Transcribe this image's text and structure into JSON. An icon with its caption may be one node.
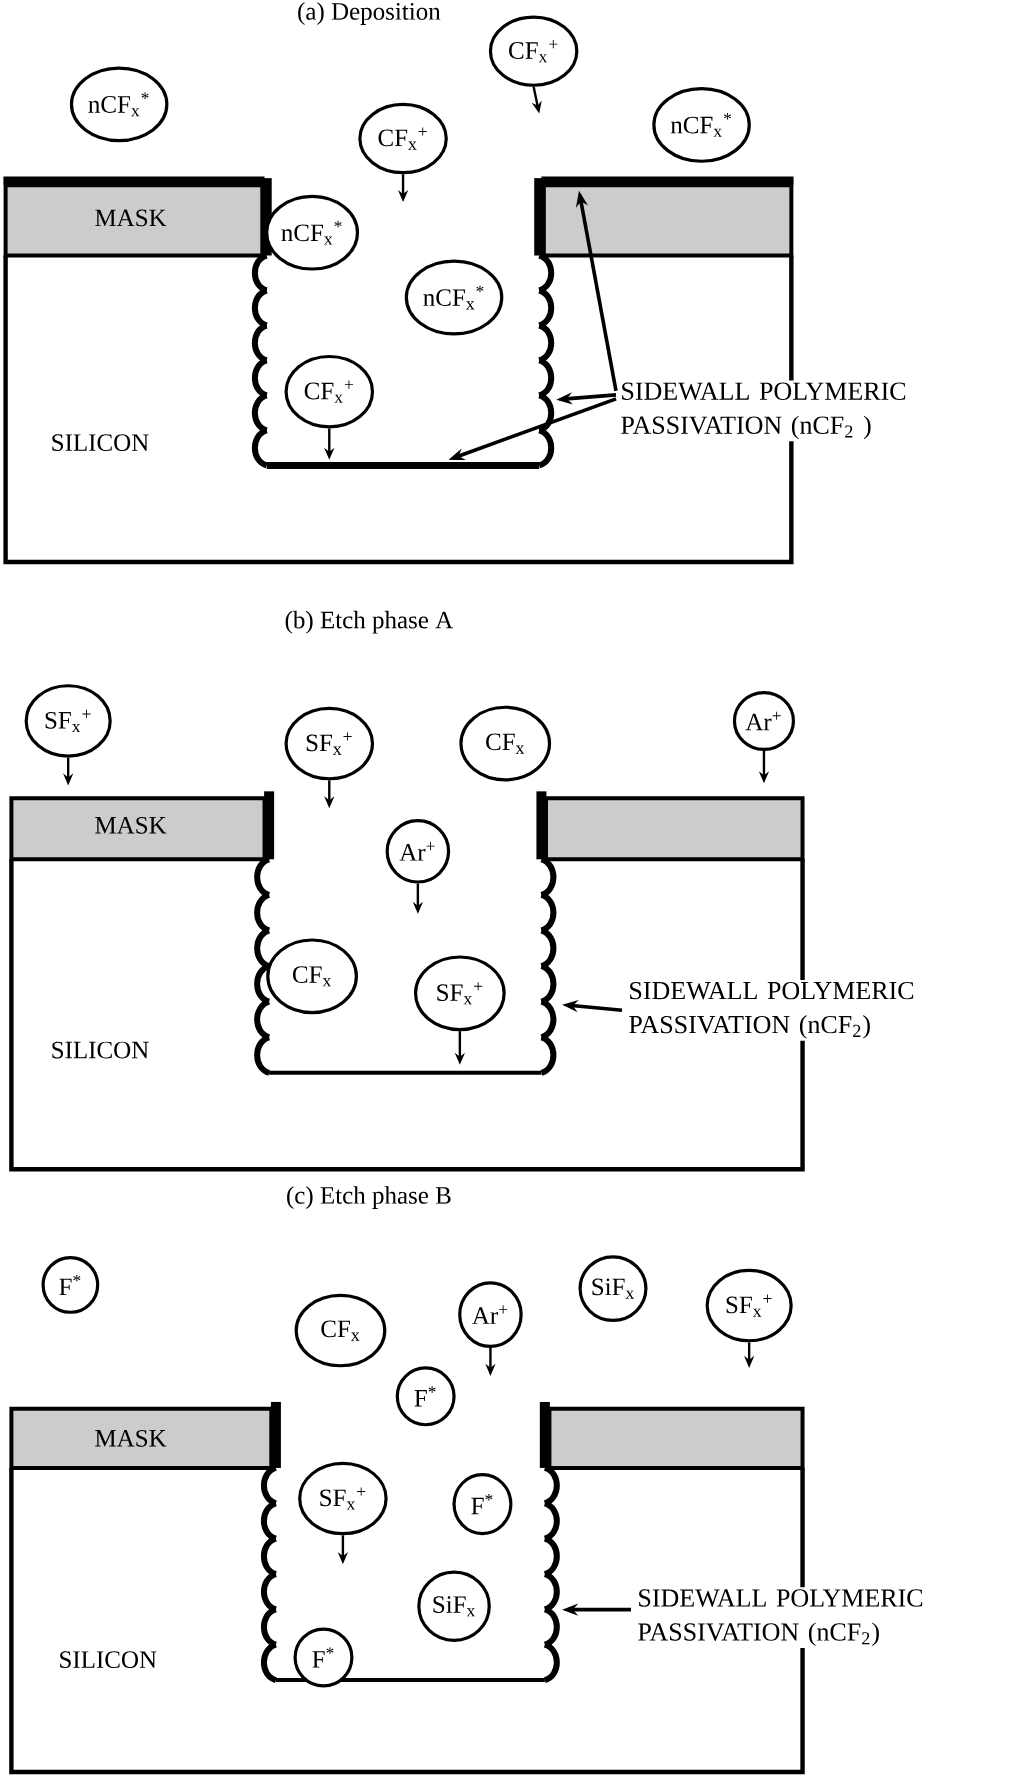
{
  "diagram": {
    "nodes": [
      {
        "text": [
          "CF$_{x}$$^{+}$"
        ]
      },
      {
        "text": [
          "nCF$_{x}$$^{*}$"
        ]
      },
      {
        "text": [
          "nCF$_{x}$$^{*}$"
        ]
      },
      {
        "text": [
          "CF$_{x}$$^{+}$"
        ]
      },
      {
        "text": [
          "nCF$_{x}$$^{*}$"
        ],
        "in": 27
      },
      {
        "text": [
          "nCF$_{x}$$^{*}$"
        ],
        "in": 27
      },
      {
        "text": [
          "CF$_{x}$$^{+}$"
        ],
        "in": 27
      },
      {
        "text": [
          "SIDEWALL POLYMERIC PASSIVATION (nCF$_{2}$ )"
        ]
      },
      {
        "text": [
          "SF$_{x}$$^{+}$"
        ]
      },
      {
        "text": [
          "Ar$^{+}$"
        ]
      },
      {
        "text": [
          "SF$_{x}$$^{+}$"
        ]
      },
      {
        "text": [
          "CF$_{x}$"
        ]
      },
      {
        "text": [
          "Ar$^{+}$"
        ],
        "in": 28
      },
      {
        "text": [
          "CF$_{x}$"
        ],
        "in": 28
      },
      {
        "text": [
          "SF$_{x}$$^{+}$"
        ],
        "in": 28
      },
      {
        "text": [
          "SIDEWALL POLYMERIC PASSIVATION (nCF$_{2}$)"
        ]
      },
      {
        "text": [
          "F$^{*}$"
        ]
      },
      {
        "text": [
          "SiF$_{x}$"
        ]
      },
      {
        "text": [
          "SF$_{x}$$^{+}$"
        ]
      },
      {
        "text": [
          "Ar$^{+}$"
        ]
      },
      {
        "text": [
          "CF$_{x}$"
        ]
      },
      {
        "text": [
          "F$^{*}$"
        ]
      },
      {
        "text": [
          "SF$_{x}$$^{+}$"
        ],
        "in": 29
      },
      {
        "text": [
          "F$^{*}$"
        ],
        "in": 29
      },
      {
        "text": [
          "SiF$_{x}$"
        ],
        "in": 29
      },
      {
        "text": [
          "F$^{*}$"
        ],
        "in": 29
      },
      {
        "text": [
          "SIDEWALL POLYMERIC PASSIVATION (nCF$_{2}$)"
        ]
      },
      {
        "text": [],
        "shape": "trench"
      },
      {
        "text": [],
        "shape": "trench"
      },
      {
        "text": [],
        "shape": "trench"
      }
    ],
    "edges": [
      {
        "from": 7,
        "to": 27,
        "arrow": "to"
      },
      {
        "from": 7,
        "to": 27,
        "arrow": "to"
      },
      {
        "from": 7,
        "to": 27,
        "arrow": "to"
      },
      {
        "from": 15,
        "to": 28,
        "arrow": "to"
      },
      {
        "from": 26,
        "to": 29,
        "arrow": "to"
      },
      {
        "from": 0,
        "to": null,
        "arrow": "to"
      },
      {
        "from": 3,
        "to": 27,
        "arrow": "to"
      },
      {
        "from": 6,
        "to": null,
        "arrow": "to"
      },
      {
        "from": 8,
        "to": 28,
        "arrow": "to"
      },
      {
        "from": 10,
        "to": 28,
        "arrow": "to"
      },
      {
        "from": 9,
        "to": 28,
        "arrow": "to"
      },
      {
        "from": 12,
        "to": null,
        "arrow": "to"
      },
      {
        "from": 14,
        "to": null,
        "arrow": "to"
      },
      {
        "from": 19,
        "to": null,
        "arrow": "to"
      },
      {
        "from": 18,
        "to": null,
        "arrow": "to"
      },
      {
        "from": 22,
        "to": null,
        "arrow": "to"
      }
    ],
    "labels": [
      "(a) Deposition",
      "MASK",
      "SILICON",
      "(b) Etch phase A",
      "MASK",
      "SILICON",
      "(c) Etch phase B",
      "MASK",
      "SILICON"
    ]
  }
}
